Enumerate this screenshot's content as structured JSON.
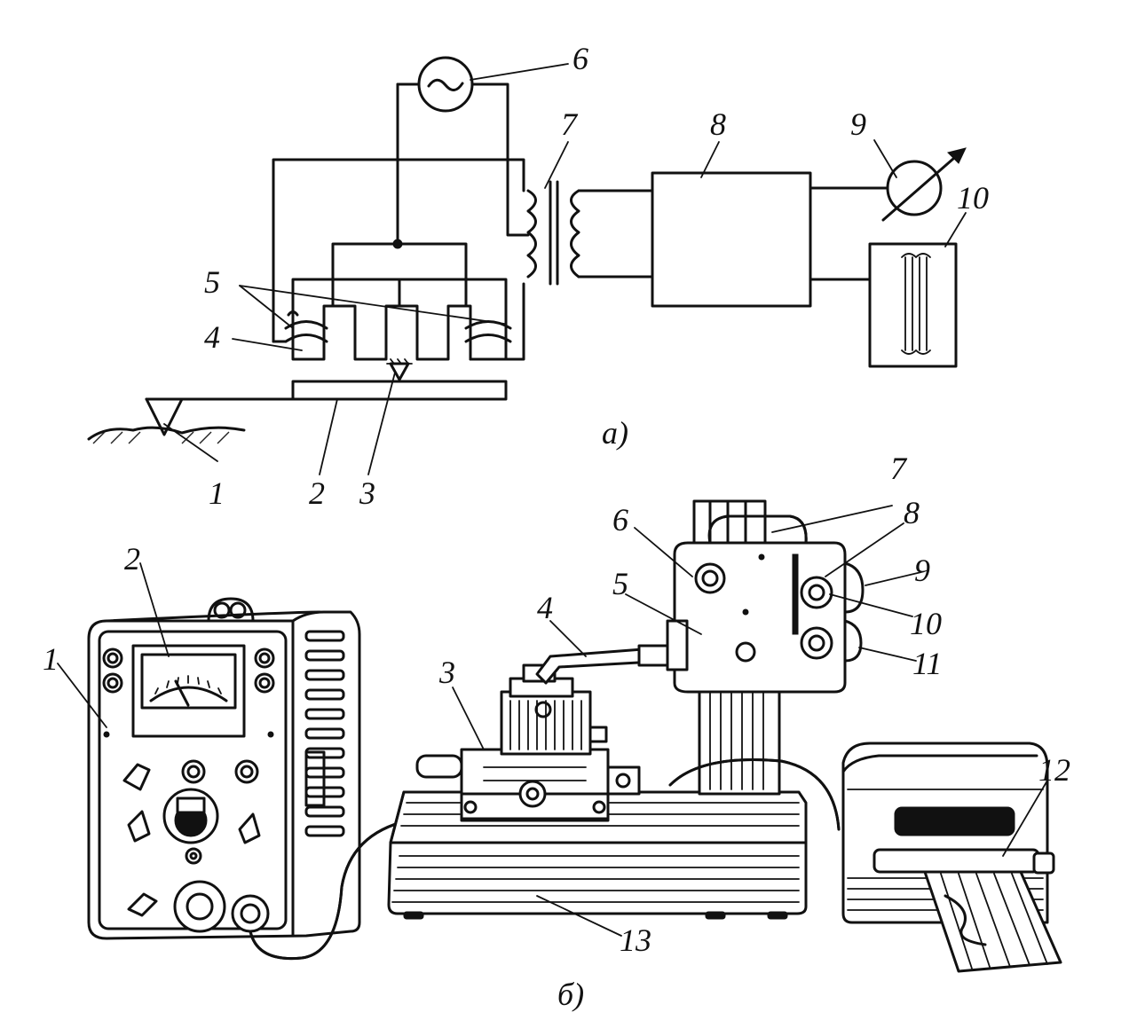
{
  "part_a": {
    "caption": "а)",
    "labels": {
      "n1": "1",
      "n2": "2",
      "n3": "3",
      "n4": "4",
      "n5": "5",
      "n6": "6",
      "n7": "7",
      "n8": "8",
      "n9": "9",
      "n10": "10"
    }
  },
  "part_b": {
    "caption": "б)",
    "labels": {
      "n1": "1",
      "n2": "2",
      "n3": "3",
      "n4": "4",
      "n5": "5",
      "n6": "6",
      "n7": "7",
      "n8": "8",
      "n9": "9",
      "n10": "10",
      "n11": "11",
      "n12": "12",
      "n13": "13"
    }
  }
}
